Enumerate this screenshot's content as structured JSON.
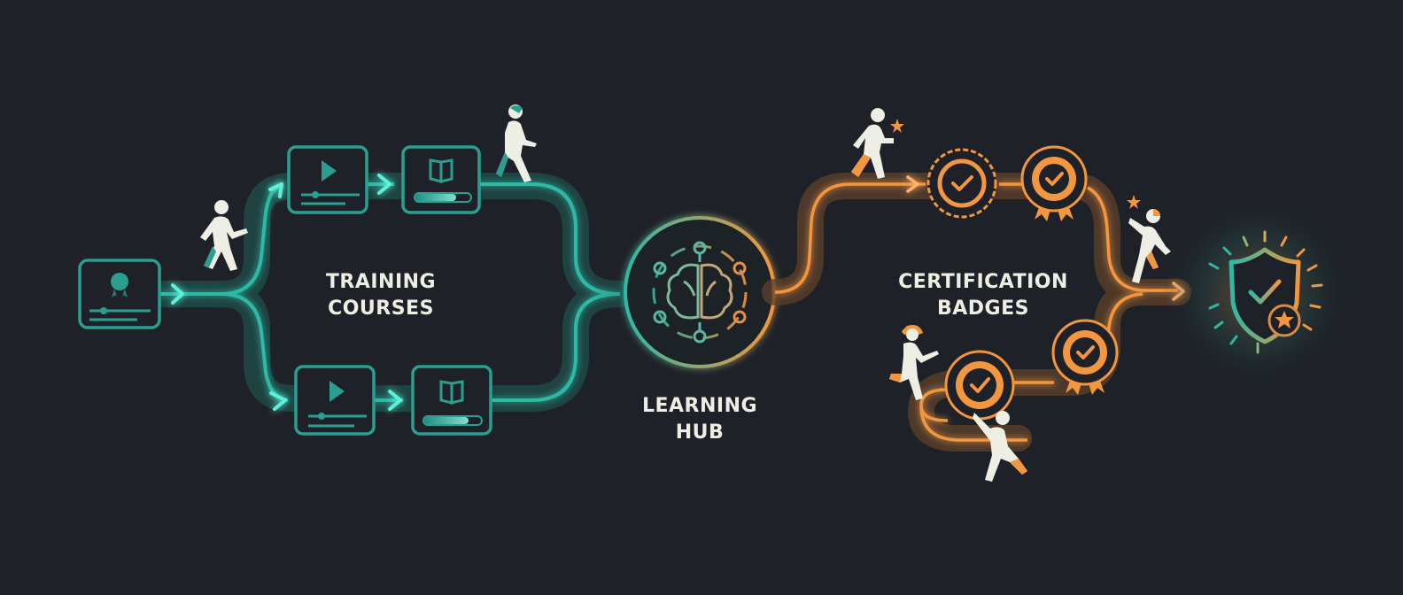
{
  "colors": {
    "background": "#1e2128",
    "teal": "#2fb8a6",
    "teal_dark": "#1f6f66",
    "orange": "#f2963f",
    "orange_dark": "#7a4f2a",
    "figure": "#eeeee4",
    "text": "#eeeee4"
  },
  "labels": {
    "training": {
      "line1": "TRAINING",
      "line2": "COURSES"
    },
    "hub": {
      "line1": "LEARNING",
      "line2": "HUB"
    },
    "certification": {
      "line1": "CERTIFICATION",
      "line2": "BADGES"
    }
  },
  "nodes": [
    {
      "id": "start-certificate",
      "icon": "certificate-icon"
    },
    {
      "id": "course-video-top",
      "icon": "video-play-icon"
    },
    {
      "id": "course-book-top",
      "icon": "open-book-icon"
    },
    {
      "id": "course-video-bottom",
      "icon": "video-play-icon"
    },
    {
      "id": "course-book-bottom",
      "icon": "open-book-icon"
    },
    {
      "id": "learning-hub",
      "icon": "brain-network-icon"
    },
    {
      "id": "badge-seal-1",
      "icon": "check-seal-icon"
    },
    {
      "id": "badge-rosette-1",
      "icon": "rosette-check-icon"
    },
    {
      "id": "badge-rosette-2",
      "icon": "rosette-check-icon"
    },
    {
      "id": "badge-rosette-3",
      "icon": "rosette-check-icon"
    },
    {
      "id": "final-shield",
      "icon": "shield-check-star-icon"
    }
  ]
}
